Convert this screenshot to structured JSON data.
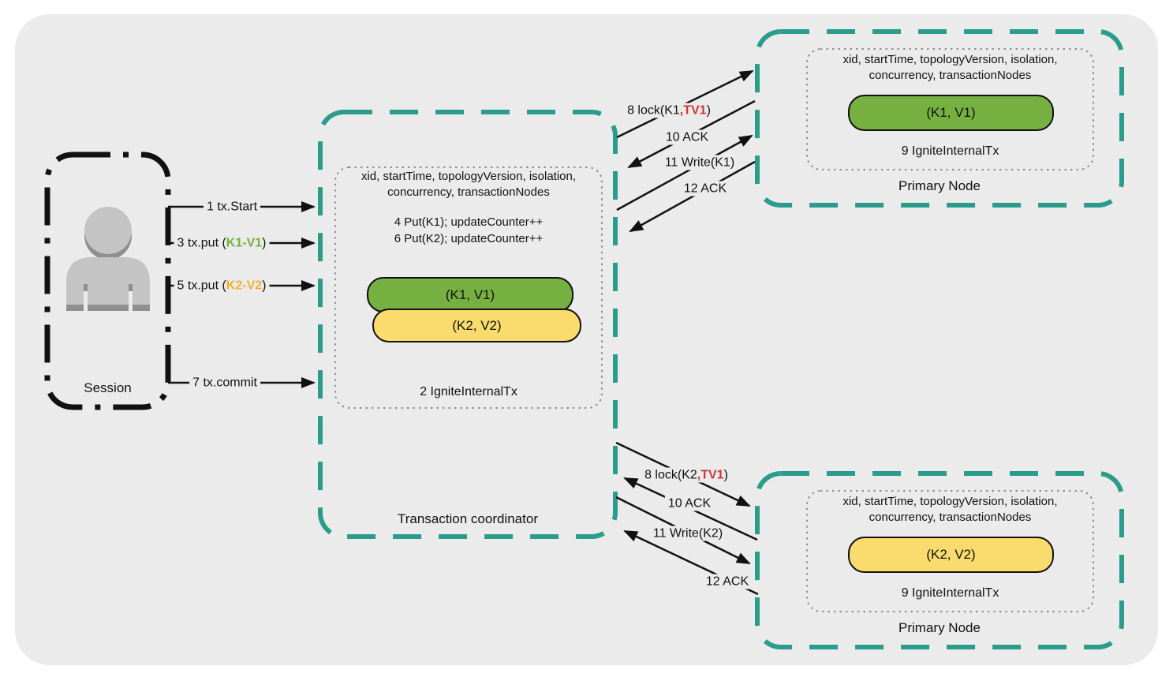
{
  "colors": {
    "canvas_bg": "#ebebeb",
    "teal": "#2a9c8c",
    "green": "#76b041",
    "yellow": "#f9dc6d",
    "red": "#d1343a",
    "orange": "#f0b12a",
    "person_light": "#c4c4c4",
    "person_dark": "#8f8f8f",
    "ink": "#111111"
  },
  "session": {
    "label": "Session",
    "calls": [
      {
        "pre": "1 tx.Start"
      },
      {
        "pre": "3 tx.put (",
        "key": "K1-V1",
        "post": ")"
      },
      {
        "pre": "5 tx.put (",
        "key": "K2-V2",
        "post": ")"
      },
      {
        "pre": "7 tx.commit"
      }
    ]
  },
  "coordinator": {
    "title": "Transaction coordinator",
    "meta_line1": "xid, startTime, topologyVersion, isolation,",
    "meta_line2": "concurrency, transactionNodes",
    "op1": "4 Put(K1); updateCounter++",
    "op2": "6 Put(K2); updateCounter++",
    "kv1": "(K1, V1)",
    "kv2": "(K2, V2)",
    "tx": "2 IgniteInternalTx"
  },
  "node_top": {
    "title": "Primary Node",
    "meta_line1": "xid, startTime, topologyVersion, isolation,",
    "meta_line2": "concurrency, transactionNodes",
    "kv": "(K1, V1)",
    "tx": "9 IgniteInternalTx"
  },
  "node_bottom": {
    "title": "Primary Node",
    "meta_line1": "xid, startTime, topologyVersion, isolation,",
    "meta_line2": "concurrency, transactionNodes",
    "kv": "(K2, V2)",
    "tx": "9 IgniteInternalTx"
  },
  "messages_top": [
    {
      "pre": "8 lock(K1",
      "red": ",TV1",
      "post": ")"
    },
    {
      "pre": "10 ACK"
    },
    {
      "pre": "11 Write(K1)"
    },
    {
      "pre": "12 ACK"
    }
  ],
  "messages_bottom": [
    {
      "pre": "8 lock(K2",
      "red": ",TV1",
      "post": ")"
    },
    {
      "pre": "10 ACK"
    },
    {
      "pre": "11 Write(K2)"
    },
    {
      "pre": "12 ACK"
    }
  ]
}
